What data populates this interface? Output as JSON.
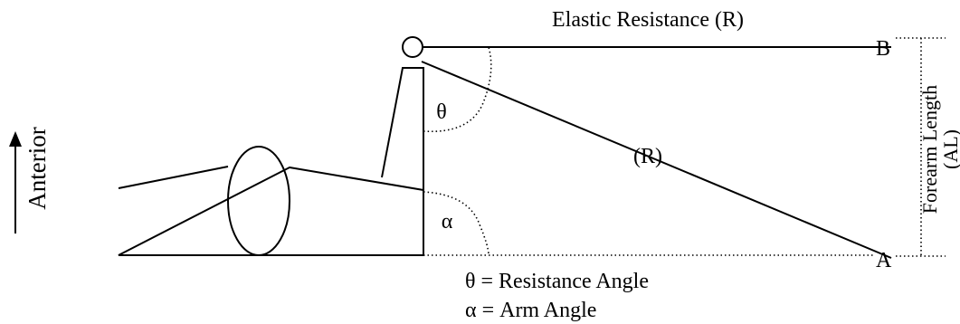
{
  "labels": {
    "elastic_resistance": "Elastic Resistance (R)",
    "point_b": "B",
    "point_a": "A",
    "resistance_mid": "(R)",
    "theta": "θ",
    "alpha": "α",
    "forearm_length_line1": "Forearm Length",
    "forearm_length_line2": "(AL)",
    "anterior": "Anterior"
  },
  "legend": {
    "theta_def": "θ = Resistance Angle",
    "alpha_def": "α = Arm Angle"
  }
}
